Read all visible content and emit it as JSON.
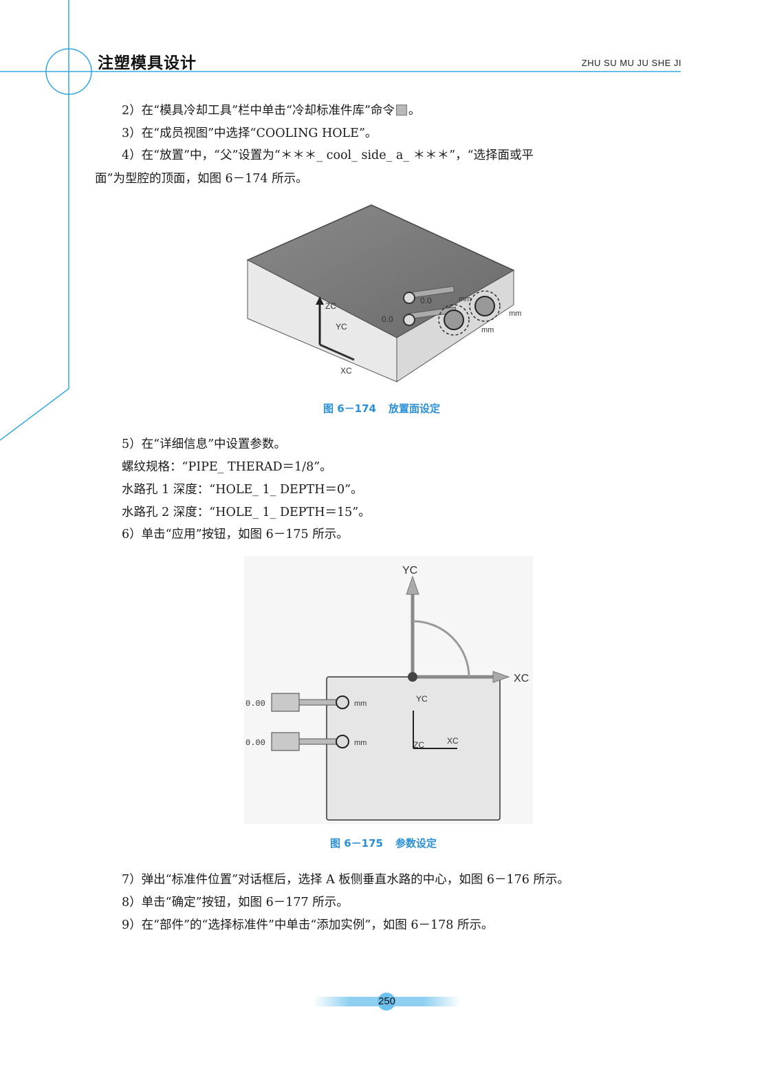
{
  "header": {
    "book_title": "注塑模具设计",
    "pinyin": "ZHU SU MU JU SHE JI"
  },
  "steps": {
    "step2_a": "2）在“模具冷却工具”栏中单击“冷却标准件库”命令",
    "step2_b": "。",
    "step3": "3）在“成员视图”中选择“COOLING HOLE”。",
    "step4_l1": "4）在“放置”中，“父”设置为“＊＊＊_ cool_ side_ a_ ＊＊＊”，“选择面或平",
    "step4_l2": "面”为型腔的顶面，如图 6－174 所示。",
    "step5": "5）在“详细信息”中设置参数。",
    "param1": "螺纹规格：“PIPE_ THERAD＝1/8”。",
    "param2": "水路孔 1 深度：“HOLE_ 1_ DEPTH＝0”。",
    "param3": "水路孔 2 深度：“HOLE_ 1_ DEPTH＝15”。",
    "step6": "6）单击“应用”按钮，如图 6－175 所示。",
    "step7": "7）弹出“标准件位置”对话框后，选择 A 板侧垂直水路的中心，如图 6－176 所示。",
    "step8": "8）单击“确定”按钮，如图 6－177 所示。",
    "step9": "9）在“部件”的“选择标准件”中单击“添加实例”，如图 6－178 所示。"
  },
  "figure174": {
    "caption_num": "图 6－174",
    "caption_title": "放置面设定",
    "labels": {
      "zc": "ZC",
      "yc": "YC",
      "xc": "XC",
      "dim1": "0.0",
      "dim2": "0.0",
      "unit1": "mm",
      "unit2": "mm",
      "unit3": "mm"
    }
  },
  "figure175": {
    "caption_num": "图 6－175",
    "caption_title": "参数设定",
    "labels": {
      "yc_top": "YC",
      "xc_top": "XC",
      "yc_in": "YC",
      "xc_in": "XC",
      "zc_in": "ZC",
      "dim1": "0.00",
      "dim2": "0.00",
      "unit1": "mm",
      "unit2": "mm"
    }
  },
  "page_number": "250",
  "colors": {
    "accent": "#2a8fd6",
    "deco_line": "#33a7e0"
  }
}
